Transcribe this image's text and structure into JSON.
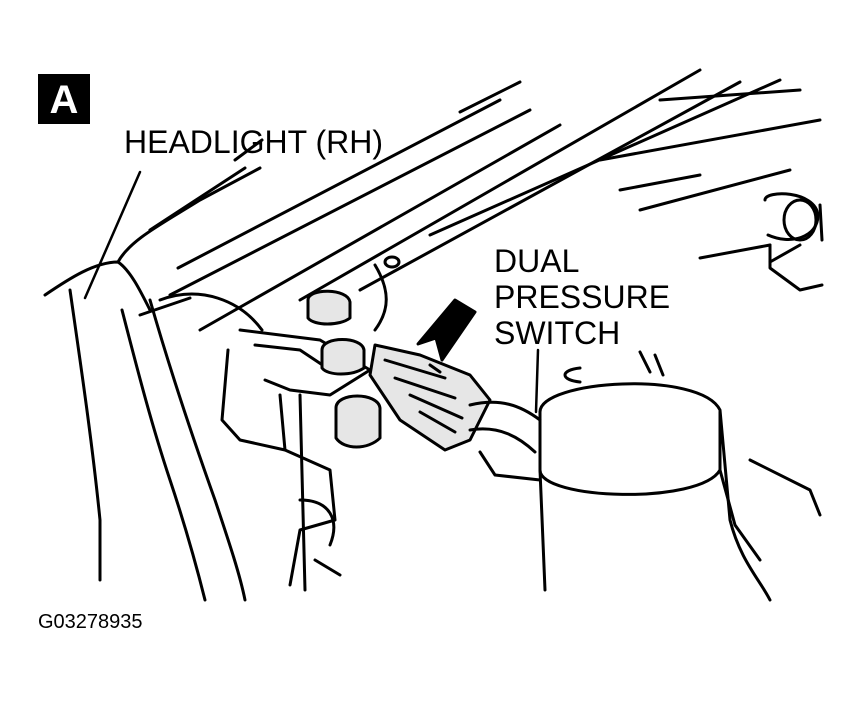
{
  "panel_badge": "A",
  "labels": {
    "headlight": "HEADLIGHT (RH)",
    "switch_line1": "DUAL",
    "switch_line2": "PRESSURE",
    "switch_line3": "SWITCH"
  },
  "figure_id": "G03278935",
  "colors": {
    "ink": "#000000",
    "paper": "#ffffff",
    "part_fill": "#e6e6e6"
  }
}
